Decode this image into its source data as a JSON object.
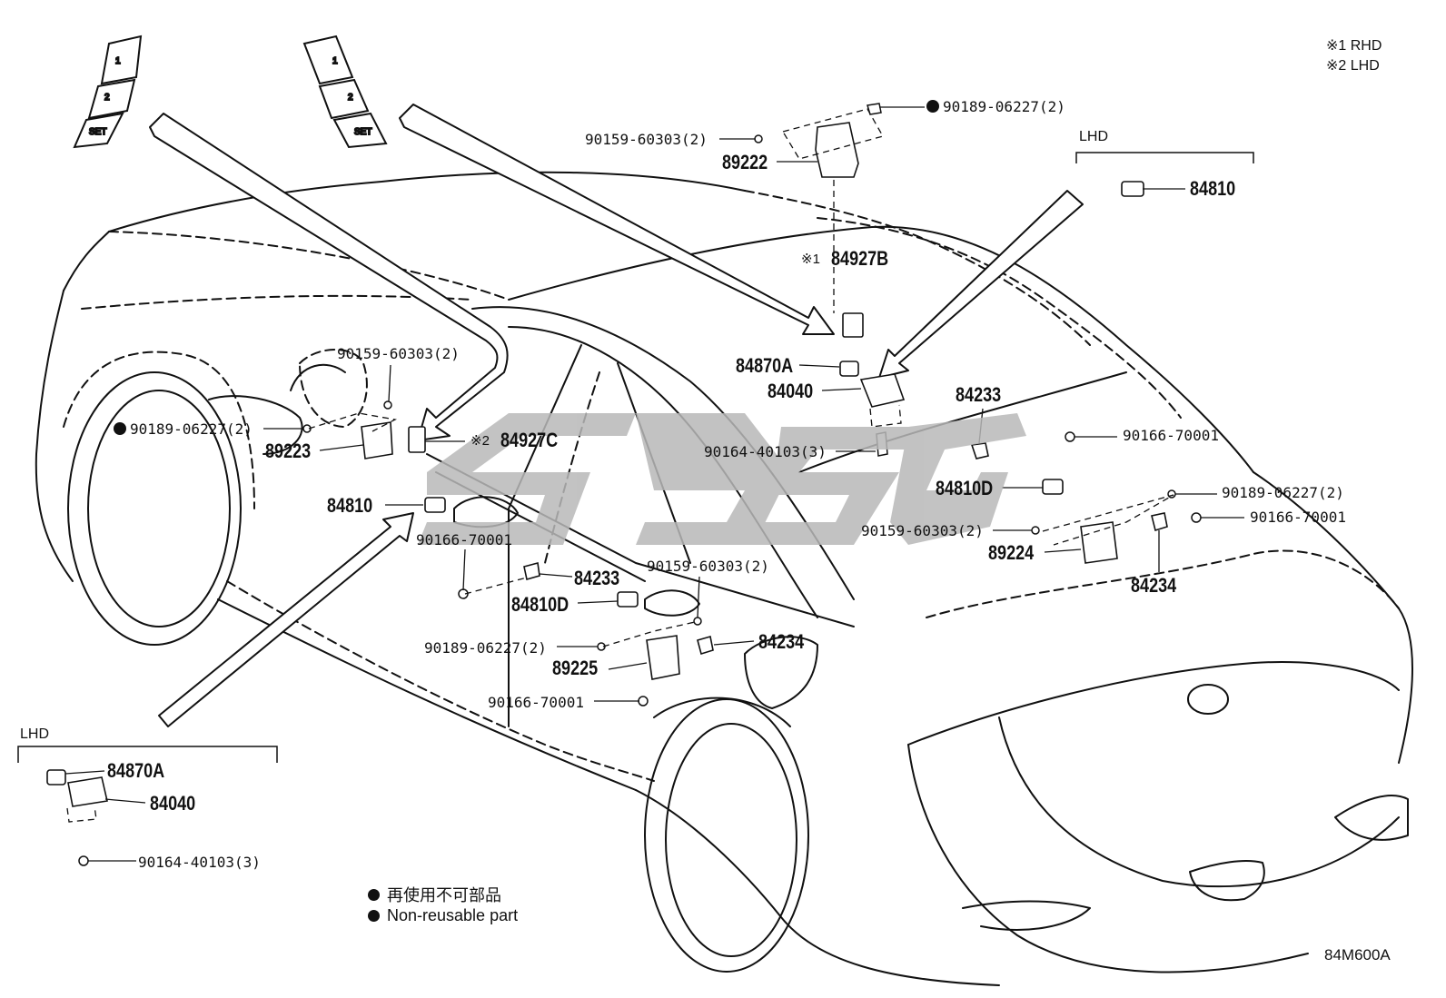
{
  "notes": {
    "rhd": "※1 RHD",
    "lhd": "※2 LHD"
  },
  "group_labels": {
    "lhd_top": "LHD",
    "lhd_bottom": "LHD"
  },
  "switch_panels": {
    "left": [
      "1",
      "2",
      "SET"
    ],
    "right": [
      "1",
      "2",
      "SET"
    ]
  },
  "parts": {
    "p89222": "89222",
    "p84810_top": "84810",
    "p84927B": "84927B",
    "p84927B_mark": "※1",
    "p84870A_mid": "84870A",
    "p84040_mid": "84040",
    "p84233_right": "84233",
    "p84810D_right": "84810D",
    "p89224": "89224",
    "p84234_right": "84234",
    "p89223": "89223",
    "p84927C": "84927C",
    "p84927C_mark": "※2",
    "p84810_left": "84810",
    "p84233_left": "84233",
    "p84810D_left": "84810D",
    "p89225": "89225",
    "p84234_left": "84234",
    "p84870A_bottom": "84870A",
    "p84040_bottom": "84040"
  },
  "bolts": {
    "b90189_top": "90189-06227(2)",
    "b90159_top": "90159-60303(2)",
    "b90164_mid": "90164-40103(3)",
    "b90166_right": "90166-70001",
    "b90189_right": "90189-06227(2)",
    "b90159_right": "90159-60303(2)",
    "b90166_right2": "90166-70001",
    "b90159_left": "90159-60303(2)",
    "b90189_left": "90189-06227(2)",
    "b90166_left": "90166-70001",
    "b90159_lower": "90159-60303(2)",
    "b90189_lower": "90189-06227(2)",
    "b90166_lower": "90166-70001",
    "b90164_bottom": "90164-40103(3)"
  },
  "legend": {
    "jp": "再使用不可部品",
    "en": "Non-reusable part"
  },
  "diagram_code": "84M600A"
}
